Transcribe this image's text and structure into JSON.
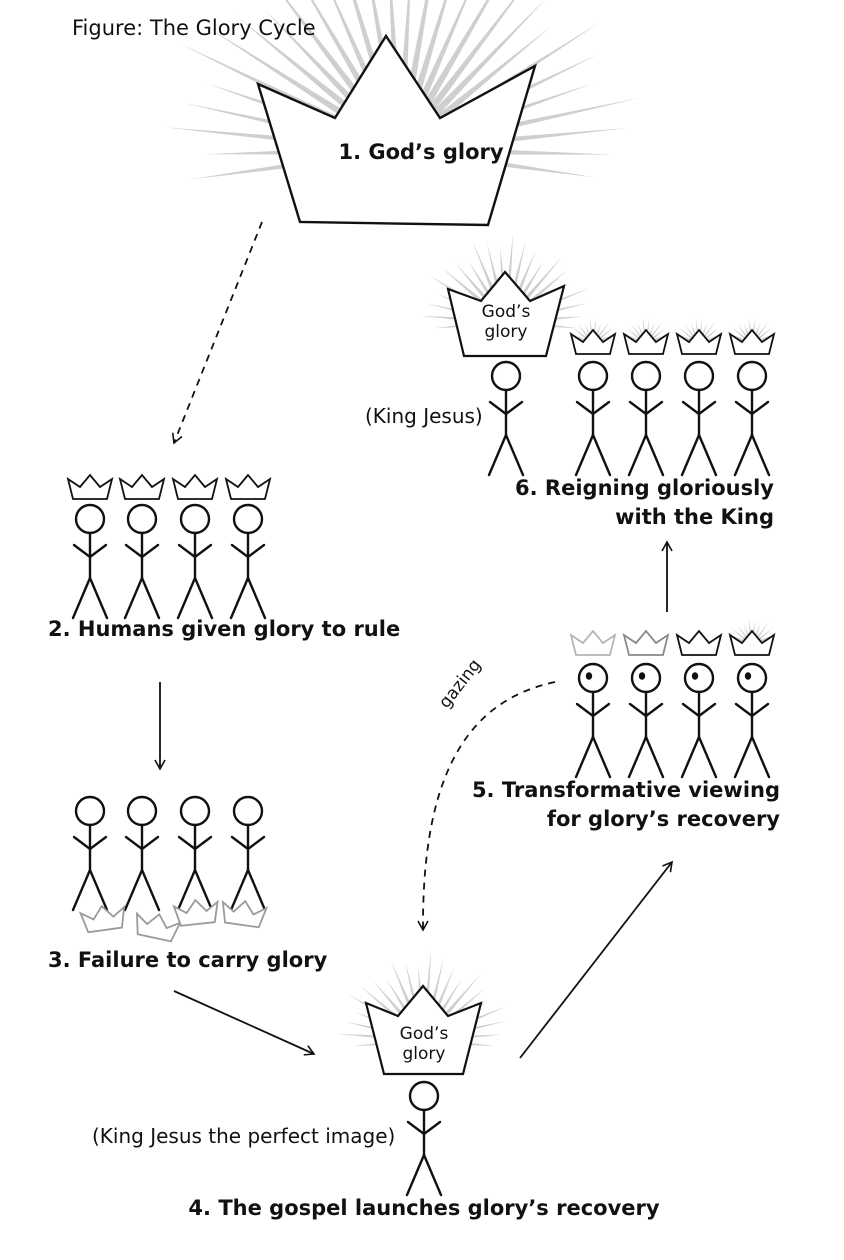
{
  "figure_title": "Figure: The Glory Cycle",
  "stages": {
    "s1": "1. God’s glory",
    "s2": "2. Humans given glory to rule",
    "s3": "3. Failure to carry glory",
    "s4": "4. The gospel launches glory’s recovery",
    "s5_line1": "5. Transformative viewing",
    "s5_line2": "for glory’s recovery",
    "s6_line1": "6. Reigning gloriously",
    "s6_line2": "with the King"
  },
  "crown_labels": {
    "top_line1": "God’s",
    "top_line2": "glory",
    "bottom_line1": "God’s",
    "bottom_line2": "glory"
  },
  "annotations": {
    "king_jesus_top": "(King Jesus)",
    "king_jesus_bottom": "(King Jesus the perfect image)",
    "gazing": "gazing"
  },
  "colors": {
    "ink": "#111111",
    "rays": "#cfcfcf",
    "faded_crown": "#9a9a9a"
  }
}
